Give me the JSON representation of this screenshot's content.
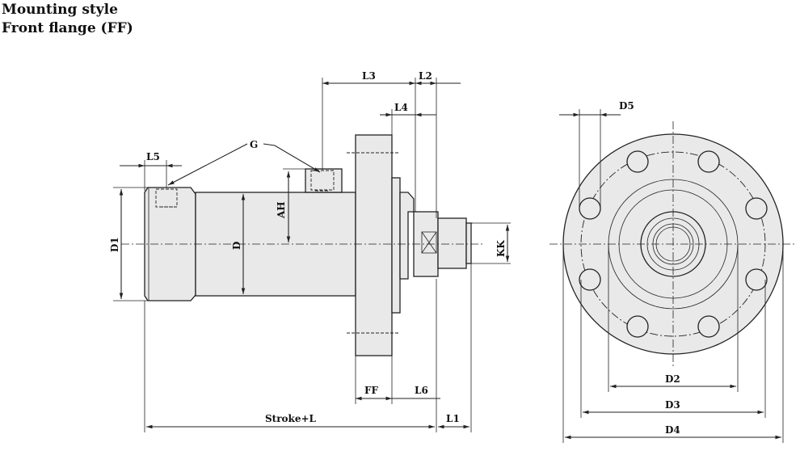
{
  "title": {
    "line1": "Mounting style",
    "line2": "Front flange (FF)"
  },
  "labels": {
    "L3": "L3",
    "L2": "L2",
    "L4": "L4",
    "L5": "L5",
    "G": "G",
    "AH": "AH",
    "D1": "D1",
    "D": "D",
    "KK": "KK",
    "FF": "FF",
    "L6": "L6",
    "stroke_l": "Stroke+L",
    "L1": "L1",
    "D5": "D5",
    "D2": "D2",
    "D3": "D3",
    "D4": "D4"
  }
}
